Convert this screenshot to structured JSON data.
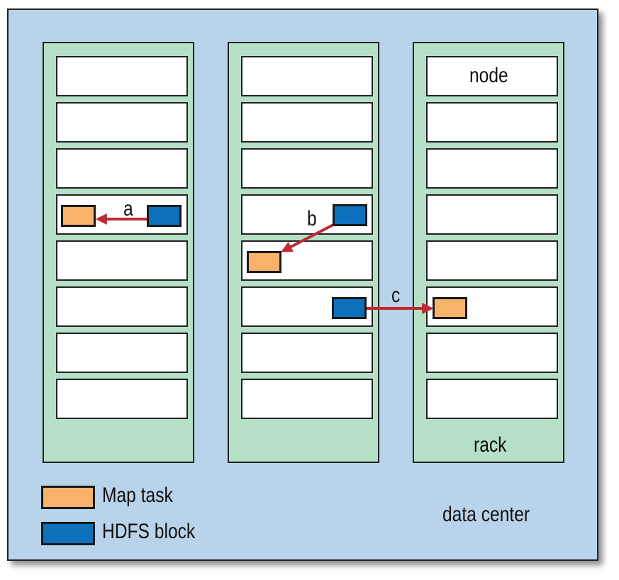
{
  "labels": {
    "node": "node",
    "rack": "rack",
    "data_center": "data center",
    "a": "a",
    "b": "b",
    "c": "c"
  },
  "legend": {
    "map_task": "Map task",
    "hdfs_block": "HDFS block"
  },
  "colors": {
    "background": "#b8d3ea",
    "rack": "#b5dfc6",
    "node": "#ffffff",
    "map_task": "#f8b36a",
    "hdfs_block": "#0d70bd",
    "arrow": "#bf2a33"
  }
}
